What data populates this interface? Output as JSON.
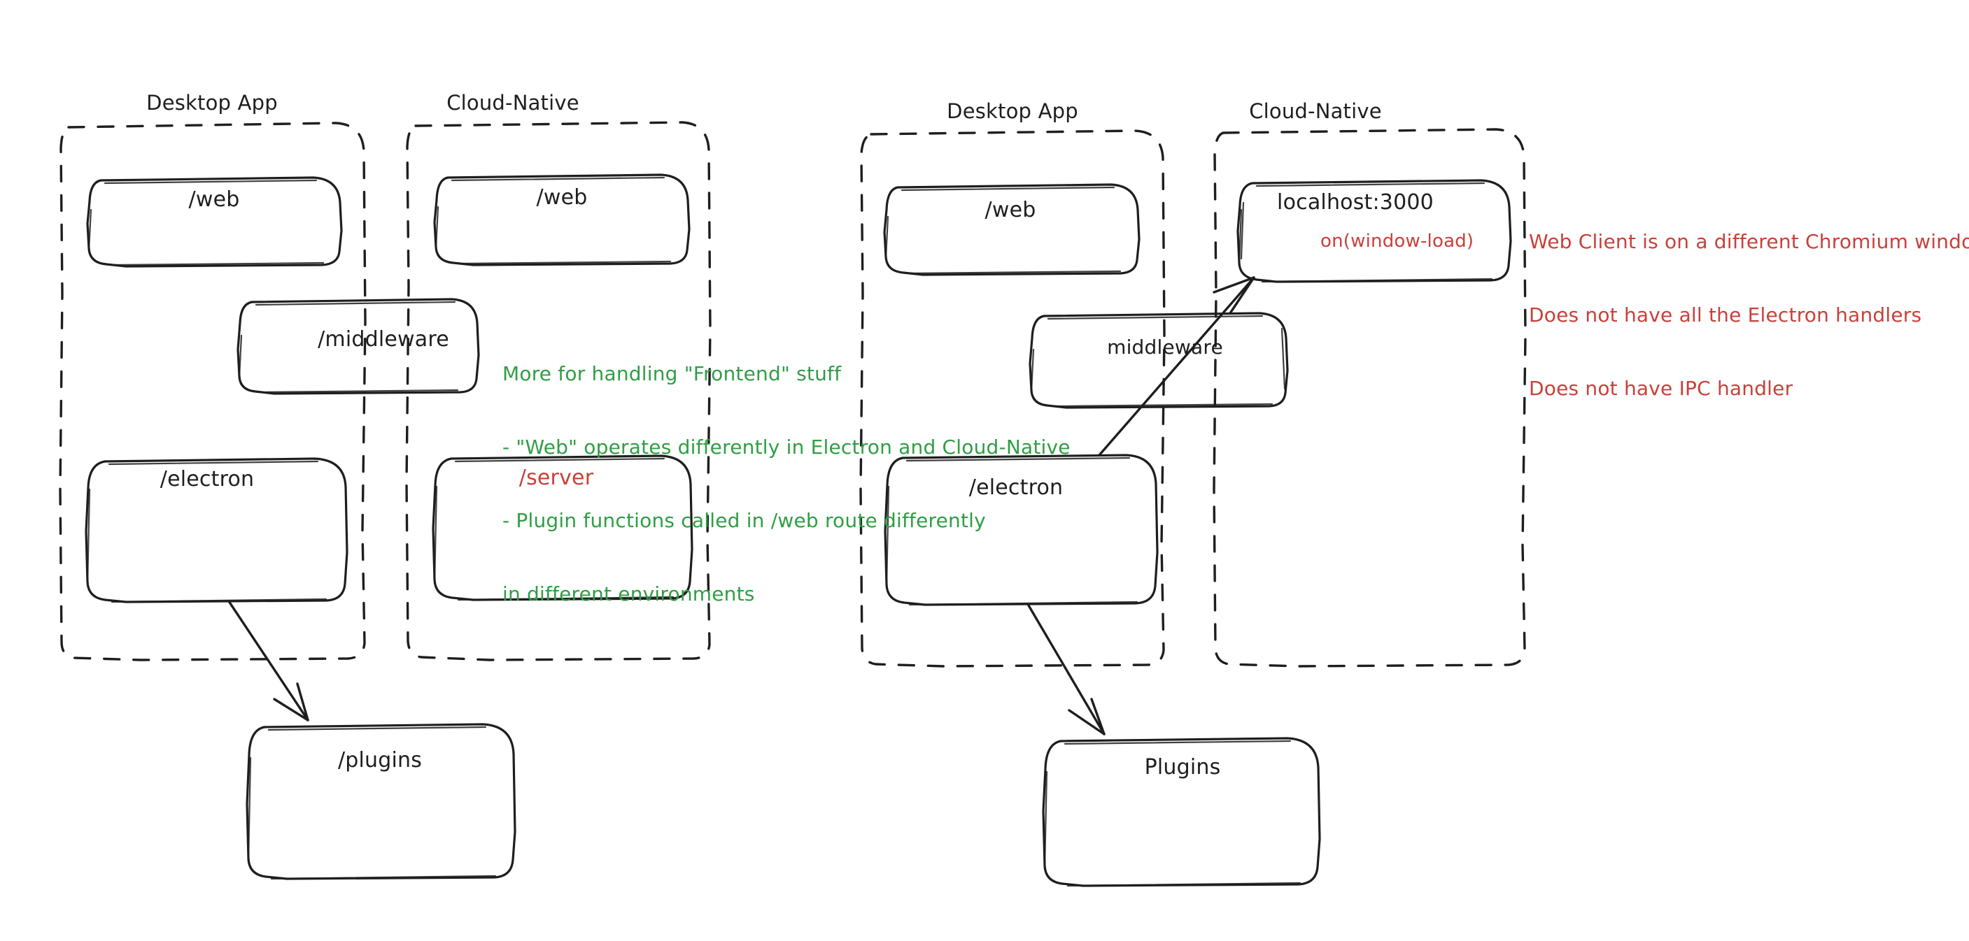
{
  "diagram": {
    "title_left_desktop": "Desktop App",
    "title_left_cloud": "Cloud-Native",
    "title_right_desktop": "Desktop App",
    "title_right_cloud": "Cloud-Native",
    "colors": {
      "stroke": "#1e1e1e",
      "green": "#2f9e44",
      "red": "#c9403a",
      "background": "#ffffff"
    }
  },
  "left_panel": {
    "groups": [
      {
        "label": "Desktop App"
      },
      {
        "label": "Cloud-Native"
      }
    ],
    "nodes": {
      "desktop_web": "/web",
      "cloud_web": "/web",
      "middleware": "/middleware",
      "electron": "/electron",
      "server": "/server",
      "plugins": "/plugins"
    }
  },
  "right_panel": {
    "groups": [
      {
        "label": "Desktop App"
      },
      {
        "label": "Cloud-Native"
      }
    ],
    "nodes": {
      "desktop_web": "/web",
      "localhost": "localhost:3000",
      "localhost_sub": "on(window-load)",
      "middleware": "middleware",
      "electron": "/electron",
      "plugins": "Plugins"
    }
  },
  "annotations": {
    "green_note": {
      "lines": [
        "More for handling \"Frontend\" stuff",
        "- \"Web\" operates differently in Electron and Cloud-Native",
        "- Plugin functions called in /web route differently",
        "in different environments"
      ],
      "color": "#2f9e44"
    },
    "red_note": {
      "lines": [
        "Web Client is on a different Chromium window",
        "Does not have all the Electron handlers",
        "Does not have IPC handler"
      ],
      "color": "#c9403a"
    }
  }
}
